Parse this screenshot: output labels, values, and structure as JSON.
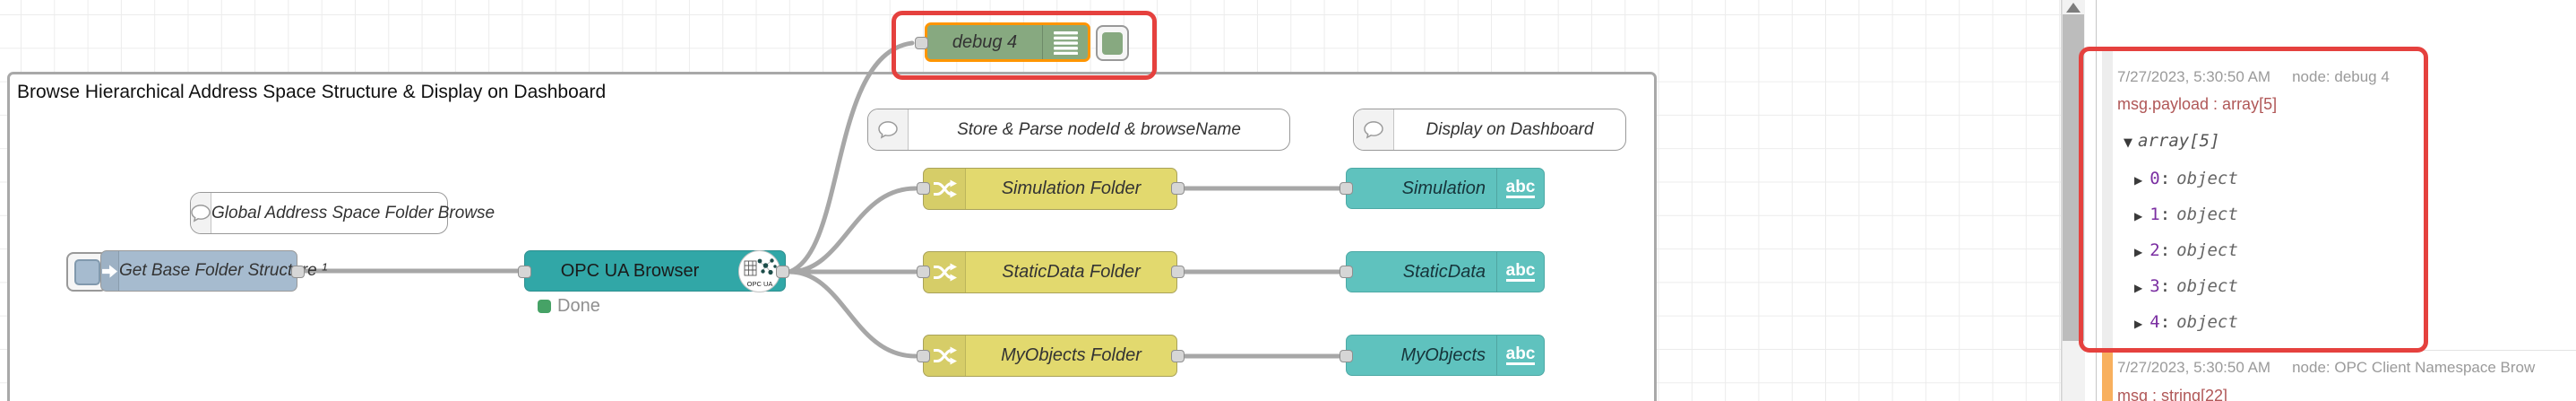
{
  "colors": {
    "annotation_red": "#e5413e",
    "selected_orange": "#ff9500",
    "inject_blue": "#a6bbcf",
    "browser_teal": "#31a7a7",
    "switch_yellow": "#e2d96e",
    "ui_text_teal": "#5fc2be",
    "debug_green": "#87a980",
    "status_green": "#46a266",
    "payload_red": "#b05757",
    "key_purple": "#7b2fa2",
    "hover_orange": "#f8b05e"
  },
  "canvas": {
    "group_title": "Browse Hierarchical Address Space Structure & Display on Dashboard",
    "comments": [
      {
        "label": "Global Address Space Folder Browse"
      },
      {
        "label": "Store & Parse nodeId & browseName"
      },
      {
        "label": "Display on Dashboard"
      }
    ],
    "inject_node": {
      "label": "Get Base Folder Structure ¹"
    },
    "browser_node": {
      "label": "OPC UA Browser",
      "icon_caption": "OPC UA",
      "status": "Done"
    },
    "switch_nodes": [
      {
        "label": "Simulation Folder"
      },
      {
        "label": "StaticData Folder"
      },
      {
        "label": "MyObjects Folder"
      }
    ],
    "text_nodes": [
      {
        "label": "Simulation",
        "badge": "abc"
      },
      {
        "label": "StaticData",
        "badge": "abc"
      },
      {
        "label": "MyObjects",
        "badge": "abc"
      }
    ],
    "debug_node": {
      "label": "debug 4"
    }
  },
  "sidebar": {
    "message1": {
      "timestamp": "7/27/2023, 5:30:50 AM",
      "source": "node: debug 4",
      "payload_label": "msg.payload : array[5]",
      "collapse_icon": "▼",
      "expand_icon": "▶",
      "tree_root": "array[5]",
      "entries": [
        {
          "key": "0",
          "sep": ":",
          "value": "object"
        },
        {
          "key": "1",
          "sep": ":",
          "value": "object"
        },
        {
          "key": "2",
          "sep": ":",
          "value": "object"
        },
        {
          "key": "3",
          "sep": ":",
          "value": "object"
        },
        {
          "key": "4",
          "sep": ":",
          "value": "object"
        }
      ]
    },
    "message2": {
      "timestamp": "7/27/2023, 5:30:50 AM",
      "source": "node: OPC Client Namespace Brow",
      "payload_label": "msg : string[22]"
    }
  }
}
